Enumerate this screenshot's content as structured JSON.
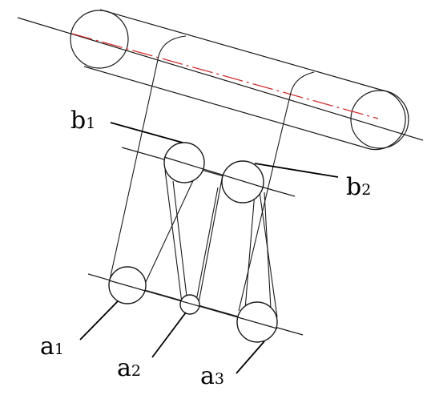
{
  "labels": {
    "b1": {
      "main": "b",
      "sub": "1"
    },
    "b2": {
      "main": "b",
      "sub": "2"
    },
    "a1": {
      "main": "a",
      "sub": "1"
    },
    "a2": {
      "main": "a",
      "sub": "2"
    },
    "a3": {
      "main": "a",
      "sub": "3"
    }
  },
  "colors": {
    "stroke": "#1a1a1a",
    "centerline": "#d03030",
    "background": "#ffffff"
  }
}
